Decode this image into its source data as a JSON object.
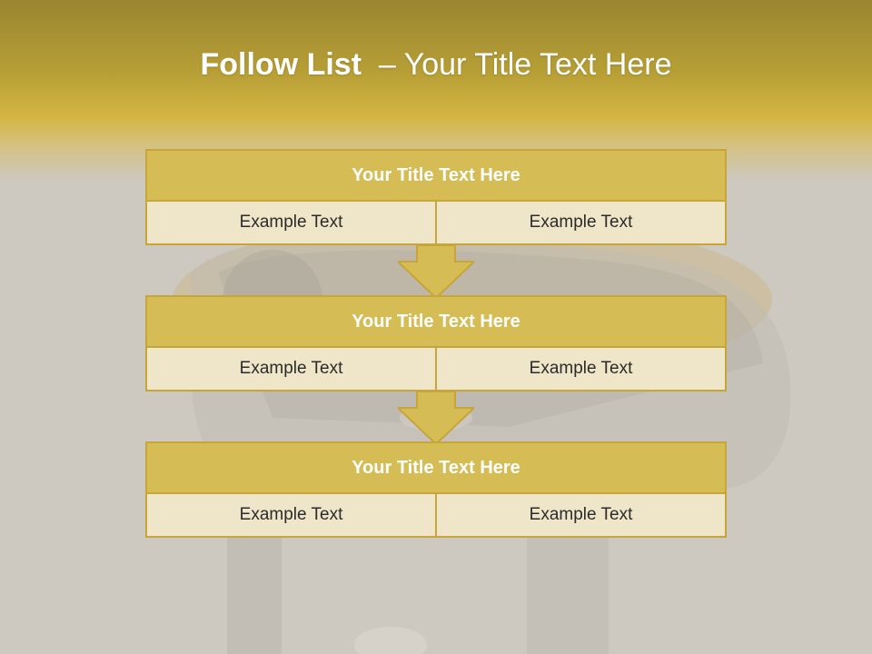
{
  "title": {
    "strong": "Follow List",
    "rest": "  – Your Title Text Here"
  },
  "blocks": [
    {
      "title": "Your Title Text Here",
      "cells": [
        "Example Text",
        "Example Text"
      ]
    },
    {
      "title": "Your Title Text Here",
      "cells": [
        "Example Text",
        "Example Text"
      ]
    },
    {
      "title": "Your Title Text Here",
      "cells": [
        "Example Text",
        "Example Text"
      ]
    }
  ],
  "colors": {
    "title_fill": "#d6bc55",
    "cell_fill": "#efe5c8",
    "border": "#c6a53a",
    "arrow": "#d6bc55"
  },
  "icons": [
    "down-arrow-icon"
  ]
}
